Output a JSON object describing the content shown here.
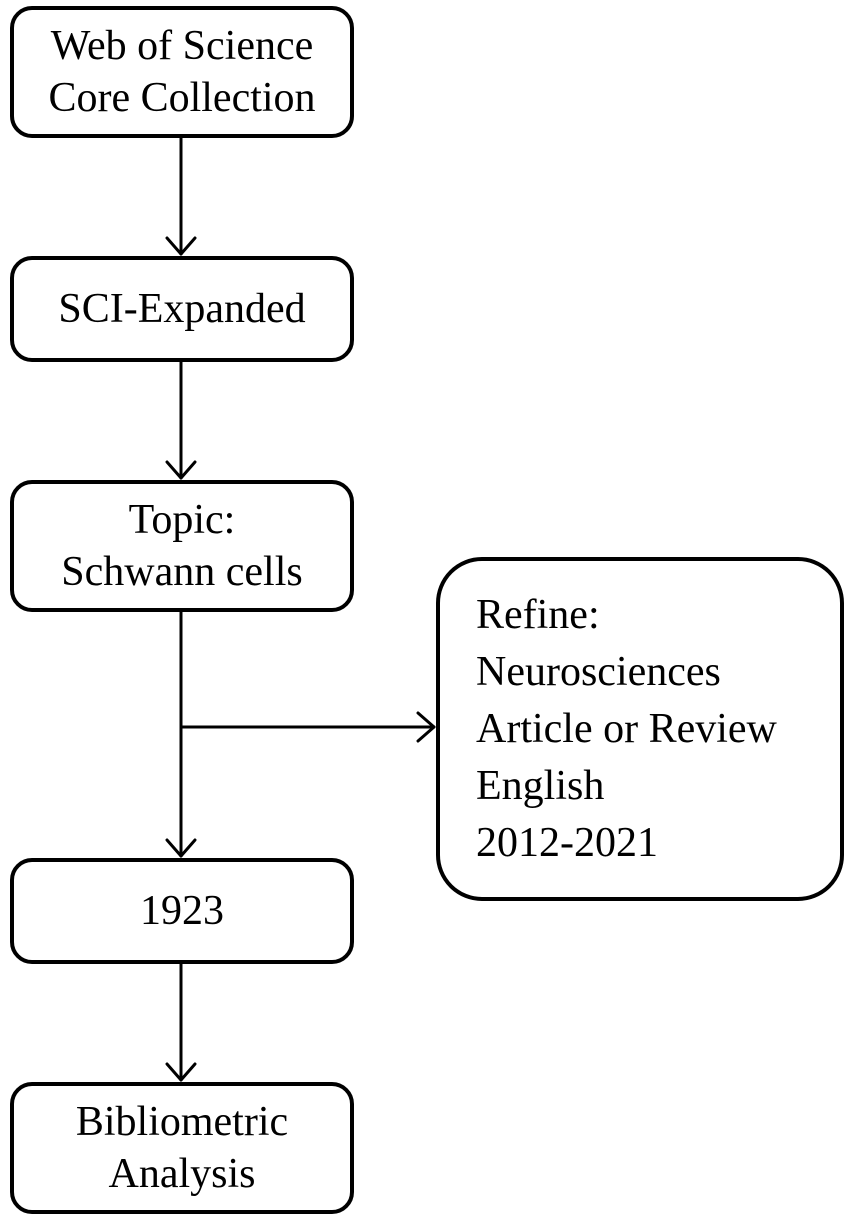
{
  "flowchart": {
    "source": {
      "line1": "Web of Science",
      "line2": "Core Collection"
    },
    "index": {
      "label": "SCI-Expanded"
    },
    "topic": {
      "line1": "Topic:",
      "line2": "Schwann cells"
    },
    "refine": {
      "heading": "Refine:",
      "criteria": [
        "Neurosciences",
        "Article or Review",
        "English",
        "2012-2021"
      ]
    },
    "result": {
      "count": "1923"
    },
    "analysis": {
      "line1": "Bibliometric",
      "line2": "Analysis"
    }
  }
}
